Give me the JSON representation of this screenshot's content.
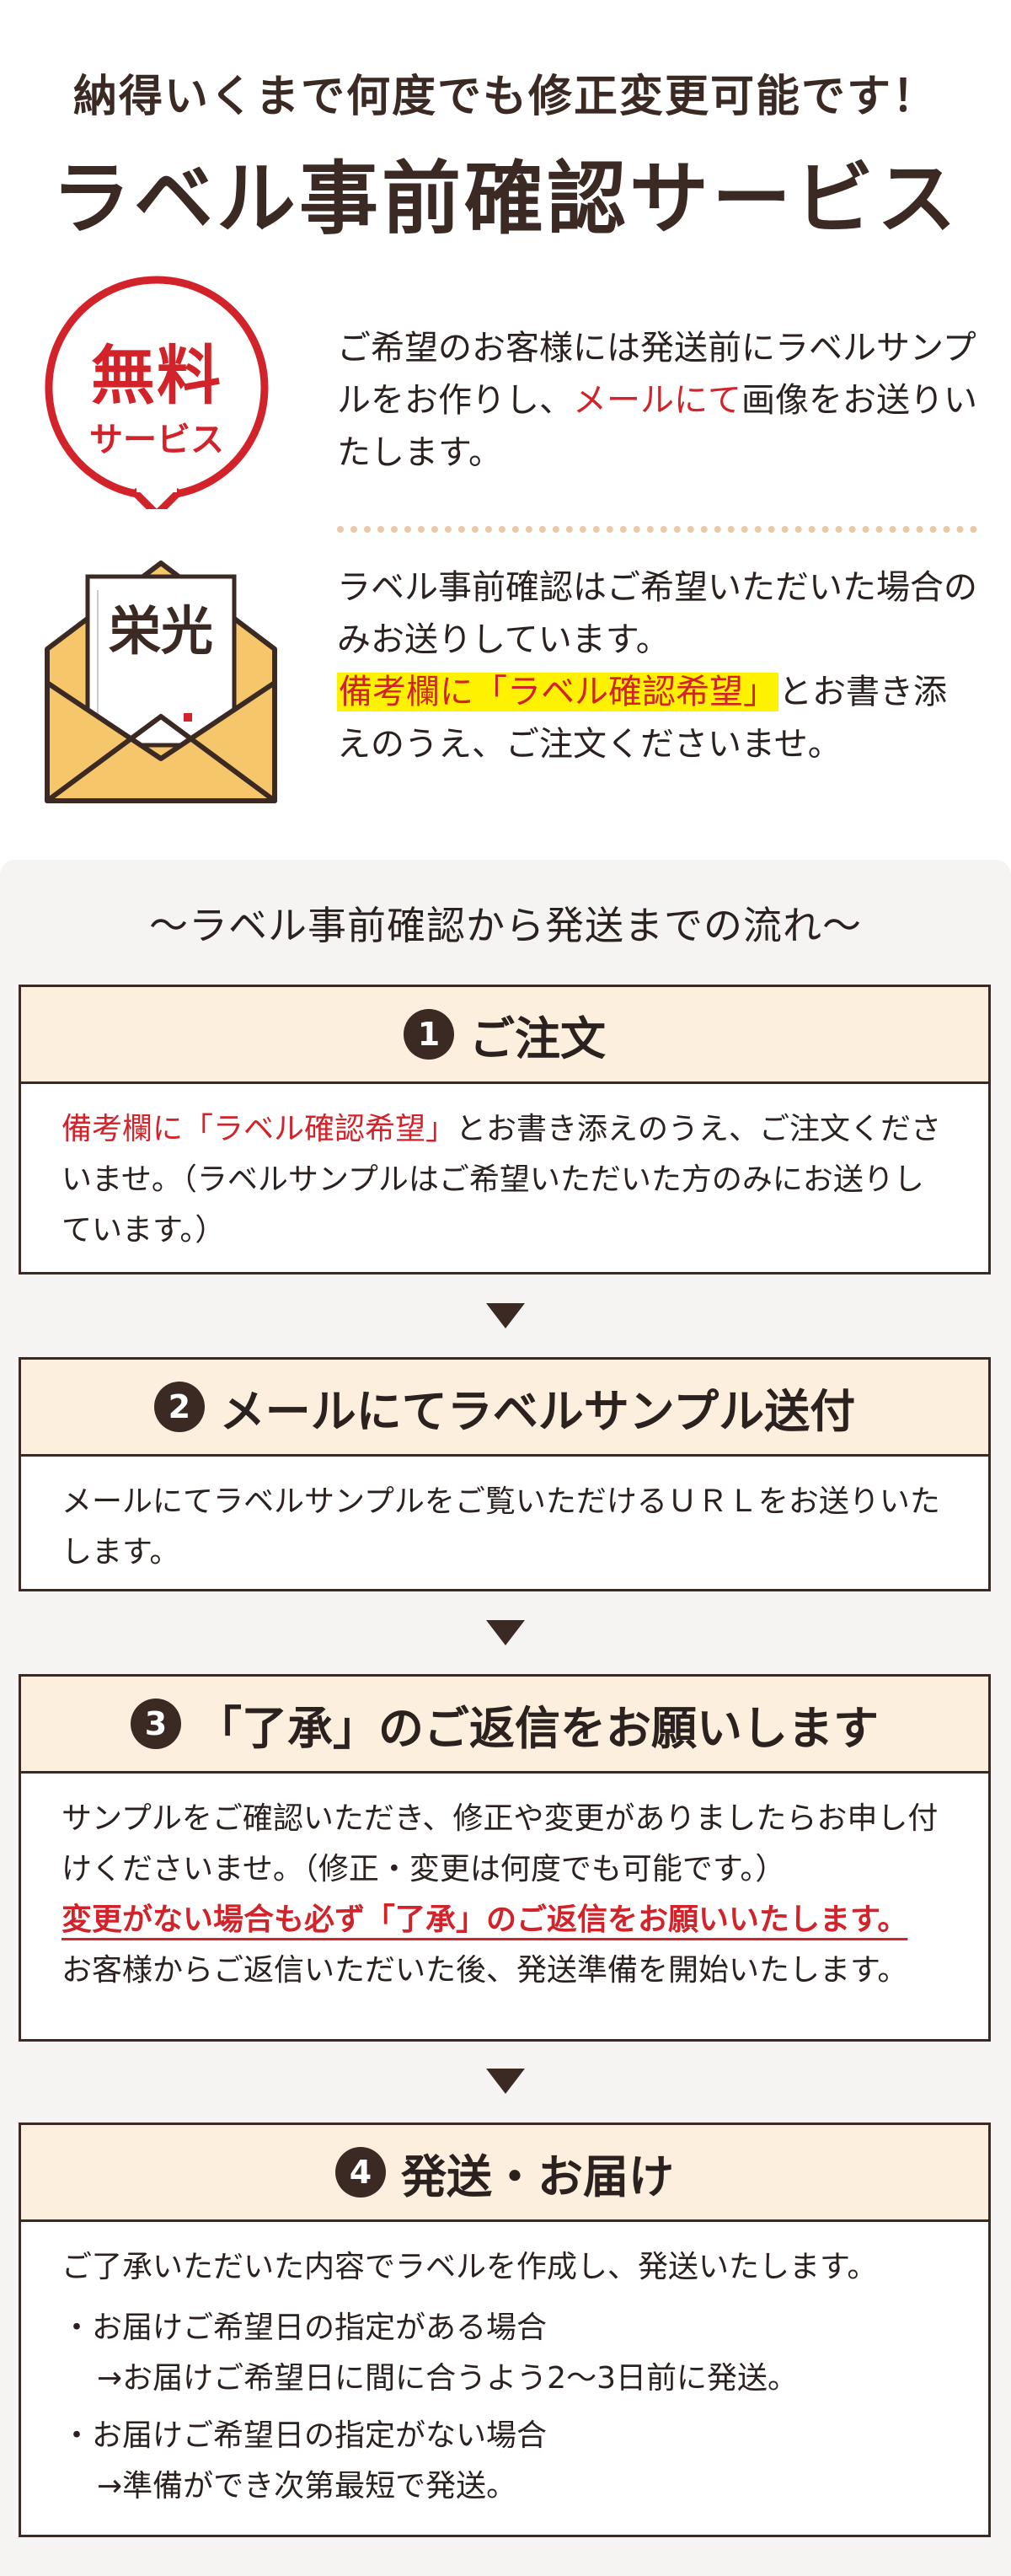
{
  "header": {
    "tagline": "納得いくまで何度でも修正変更可能です！",
    "title": "ラベル事前確認サービス"
  },
  "badge": {
    "big": "無料",
    "small": "サービス"
  },
  "envelope": {
    "label_text": "栄光"
  },
  "intro": {
    "p1_a": "ご希望のお客様には発送前にラベルサンプルをお作りし、",
    "p1_red": "メールにて",
    "p1_b": "画像をお送りいたします。",
    "p2_a": "ラベル事前確認はご希望いただいた場合のみお送りしています。",
    "p2_highlight": "備考欄に「ラベル確認希望」",
    "p2_b": "とお書き添えのうえ、ご注文くださいませ。"
  },
  "flow": {
    "title": "～ラベル事前確認から発送までの流れ～",
    "steps": [
      {
        "num": "1",
        "title": "ご注文",
        "body_red": "備考欄に「ラベル確認希望」",
        "body": "とお書き添えのうえ、ご注文くださいませ。（ラベルサンプルはご希望いただいた方のみにお送りしています。）"
      },
      {
        "num": "2",
        "title": "メールにてラベルサンプル送付",
        "body": "メールにてラベルサンプルをご覧いただけるＵＲＬをお送りいたします。"
      },
      {
        "num": "3",
        "title": "「了承」のご返信をお願いします",
        "body": "サンプルをご確認いただき、修正や変更がありましたらお申し付けくださいませ。（修正・変更は何度でも可能です。）",
        "body_red": "変更がない場合も必ず「了承」のご返信をお願いいたします。",
        "body_after": "お客様からご返信いただいた後、発送準備を開始いたします。"
      },
      {
        "num": "4",
        "title": "発送・お届け",
        "body": "ご了承いただいた内容でラベルを作成し、発送いたします。",
        "bullets": [
          {
            "text": "・お届けご希望日の指定がある場合",
            "sub": "→お届けご希望日に間に合うよう2～3日前に発送。"
          },
          {
            "text": "・お届けご希望日の指定がない場合",
            "sub": "→準備ができ次第最短で発送。"
          }
        ]
      }
    ]
  },
  "colors": {
    "brown": "#3b2a24",
    "red": "#d2232a",
    "cream": "#fcefdd",
    "gold": "#f5c66a",
    "highlight": "#fff200"
  }
}
